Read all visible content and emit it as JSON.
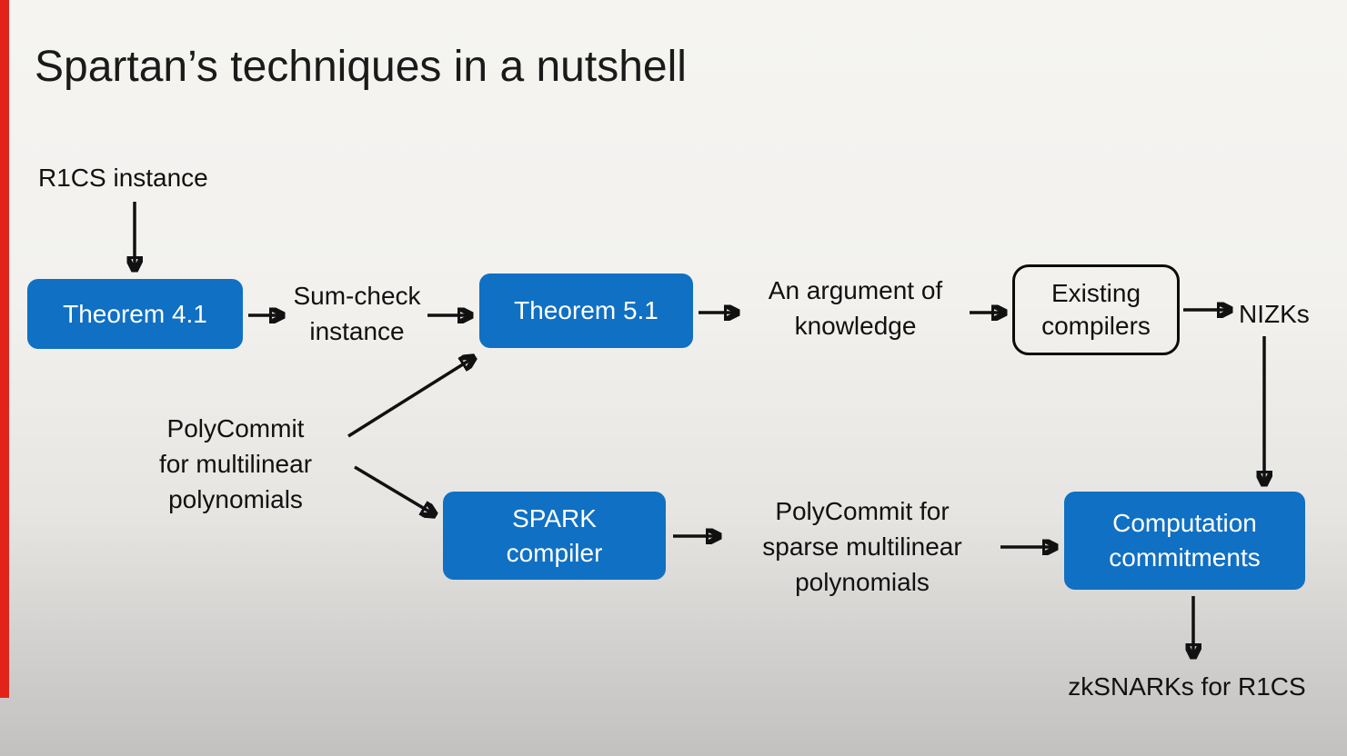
{
  "slide": {
    "title": "Spartan’s techniques in a nutshell",
    "colors": {
      "accent_bar": "#e2231a",
      "node_fill": "#1070c3",
      "node_text": "#ffffff",
      "text": "#1a1a1a"
    }
  },
  "nodes": {
    "r1cs": "R1CS instance",
    "theorem41": "Theorem 4.1",
    "sumcheck": "Sum-check\ninstance",
    "theorem51": "Theorem 5.1",
    "argument": "An argument of\nknowledge",
    "existing": "Existing\ncompilers",
    "nizks": "NIZKs",
    "polycommit_multilinear": "PolyCommit\nfor multilinear\npolynomials",
    "spark": "SPARK\ncompiler",
    "polycommit_sparse": "PolyCommit for\nsparse multilinear\npolynomials",
    "computation": "Computation\ncommitments",
    "zksnarks": "zkSNARKs for R1CS"
  },
  "edges": [
    {
      "from": "R1CS instance",
      "to": "Theorem 4.1"
    },
    {
      "from": "Theorem 4.1",
      "to": "Sum-check instance"
    },
    {
      "from": "Sum-check instance",
      "to": "Theorem 5.1"
    },
    {
      "from": "Theorem 5.1",
      "to": "An argument of knowledge"
    },
    {
      "from": "An argument of knowledge",
      "to": "Existing compilers"
    },
    {
      "from": "Existing compilers",
      "to": "NIZKs"
    },
    {
      "from": "NIZKs",
      "to": "Computation commitments"
    },
    {
      "from": "PolyCommit for multilinear polynomials",
      "to": "Theorem 5.1"
    },
    {
      "from": "PolyCommit for multilinear polynomials",
      "to": "SPARK compiler"
    },
    {
      "from": "SPARK compiler",
      "to": "PolyCommit for sparse multilinear polynomials"
    },
    {
      "from": "PolyCommit for sparse multilinear polynomials",
      "to": "Computation commitments"
    },
    {
      "from": "Computation commitments",
      "to": "zkSNARKs for R1CS"
    }
  ]
}
